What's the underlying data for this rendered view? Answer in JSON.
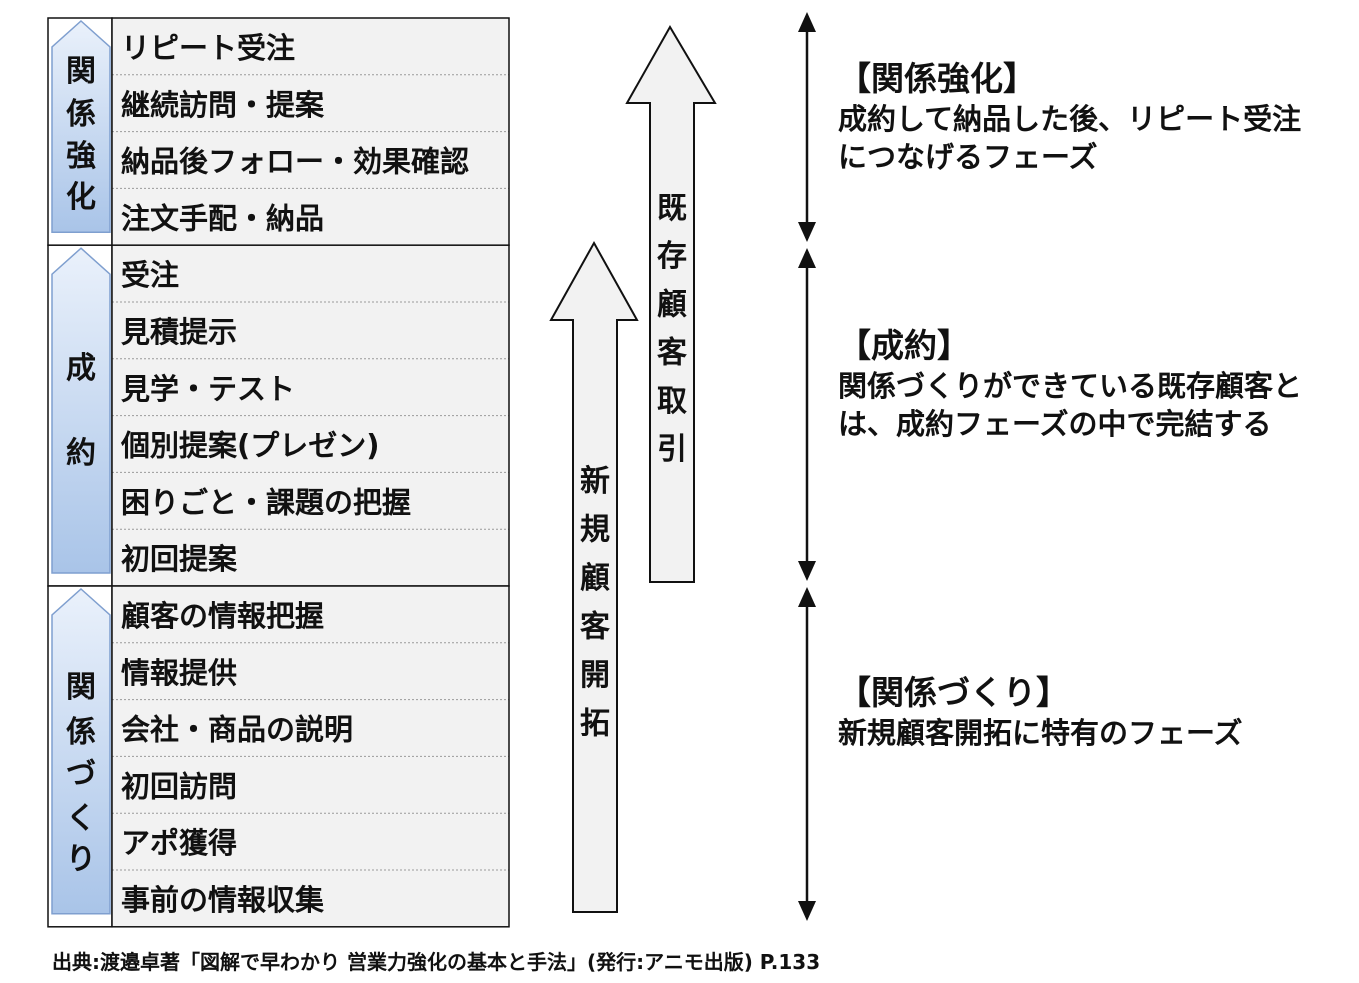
{
  "phases": [
    {
      "label": "関係強化",
      "steps": [
        "リピート受注",
        "継続訪問・提案",
        "納品後フォロー・効果確認",
        "注文手配・納品"
      ],
      "desc_title": "【関係強化】",
      "desc_body": "成約して納品した後、リピート受注につなげるフェーズ"
    },
    {
      "label": "成約",
      "steps": [
        "受注",
        "見積提示",
        "見学・テスト",
        "個別提案(プレゼン)",
        "困りごと・課題の把握",
        "初回提案"
      ],
      "desc_title": "【成約】",
      "desc_body": "関係づくりができている既存顧客とは、成約フェーズの中で完結する"
    },
    {
      "label": "関係づくり",
      "steps": [
        "顧客の情報把握",
        "情報提供",
        "会社・商品の説明",
        "初回訪問",
        "アポ獲得",
        "事前の情報収集"
      ],
      "desc_title": "【関係づくり】",
      "desc_body": "新規顧客開拓に特有のフェーズ"
    }
  ],
  "arrows": {
    "new_customer": "新規顧客開拓",
    "existing_customer": "既存顧客取引"
  },
  "source": "出典:渡邉卓著「図解で早わかり 営業力強化の基本と手法」(発行:アニモ出版) P.133",
  "colors": {
    "phase_tab_top": "#eaf1fb",
    "phase_tab_bottom": "#a9c4e8",
    "phase_tab_border": "#7f9fcf",
    "step_bg": "#f2f2f2",
    "arrow_fill": "#f2f2f2",
    "line": "#111111"
  }
}
